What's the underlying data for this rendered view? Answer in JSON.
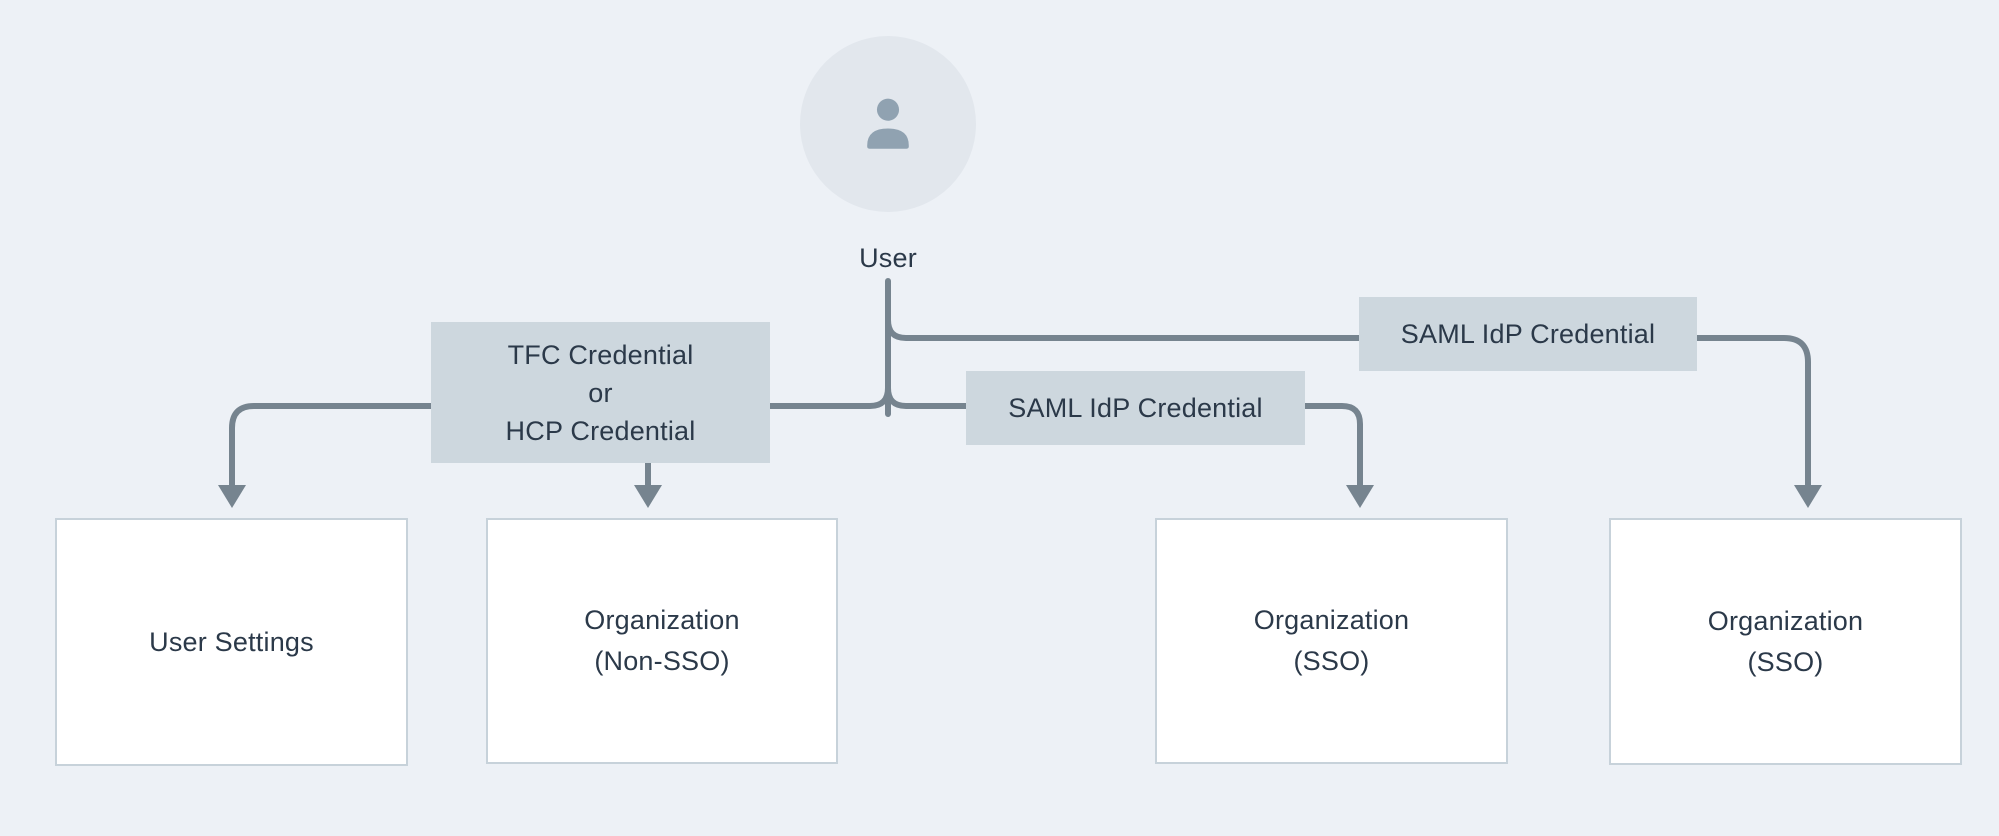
{
  "diagram": {
    "title_implicit": "User credential flow",
    "colors": {
      "background": "#edf1f6",
      "connector": "#76848f",
      "credential_box_fill": "#cdd7de",
      "destination_box_fill": "#ffffff",
      "destination_box_border": "#c7d2da",
      "text": "#2b3949",
      "avatar_fill": "#e2e7ed",
      "avatar_icon": "#90a2b1"
    },
    "nodes": {
      "user": {
        "label": "User",
        "icon": "person-icon"
      },
      "tfc_hcp": {
        "line1": "TFC Credential",
        "line2": "or",
        "line3": "HCP Credential"
      },
      "saml_mid": {
        "label": "SAML IdP Credential"
      },
      "saml_top": {
        "label": "SAML IdP Credential"
      },
      "user_settings": {
        "line1": "User Settings"
      },
      "org_non_sso": {
        "line1": "Organization",
        "line2": "(Non-SSO)"
      },
      "org_sso_a": {
        "line1": "Organization",
        "line2": "(SSO)"
      },
      "org_sso_b": {
        "line1": "Organization",
        "line2": "(SSO)"
      }
    },
    "edges": [
      {
        "from": "user",
        "via": "TFC Credential or HCP Credential",
        "to": "User Settings"
      },
      {
        "from": "user",
        "via": "TFC Credential or HCP Credential",
        "to": "Organization (Non-SSO)"
      },
      {
        "from": "user",
        "via": "SAML IdP Credential",
        "to": "Organization (SSO)"
      },
      {
        "from": "user",
        "via": "SAML IdP Credential",
        "to": "Organization (SSO)"
      }
    ]
  }
}
